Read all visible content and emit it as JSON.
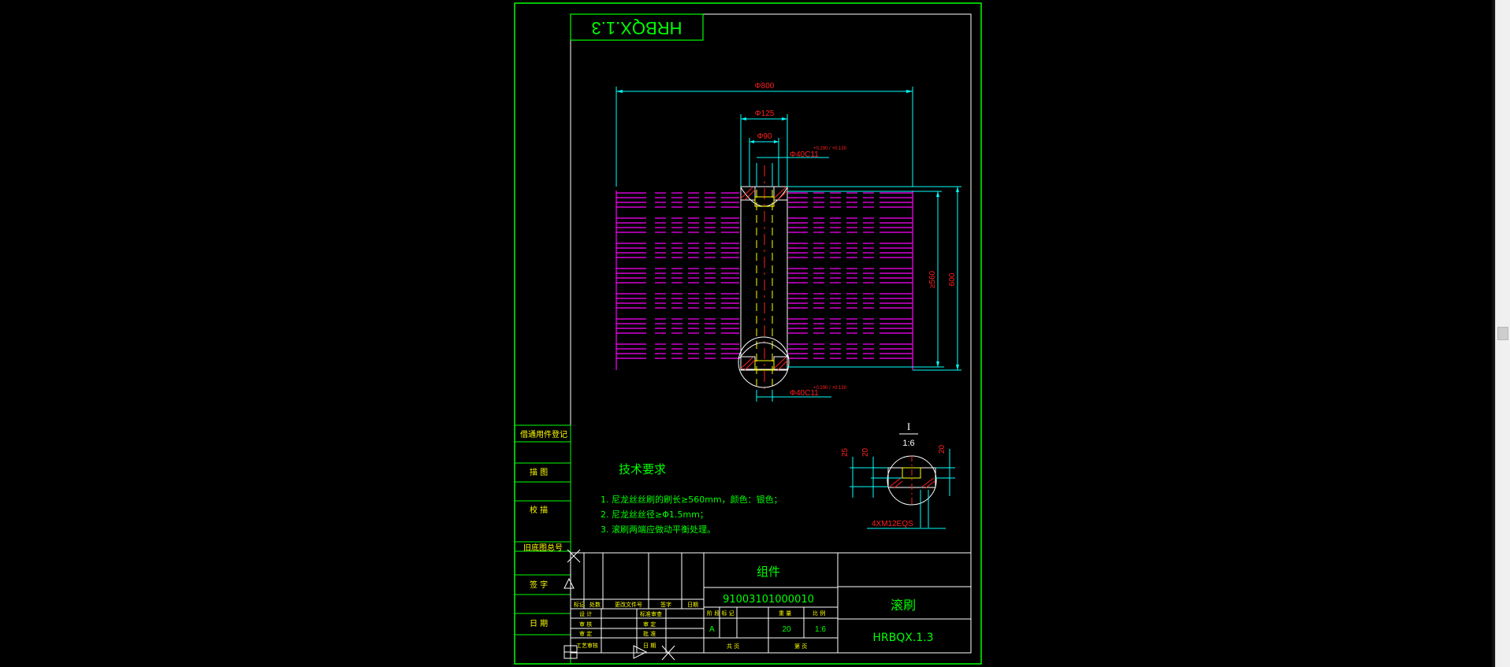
{
  "colors": {
    "background": "#000000",
    "frame": "#00ff00",
    "dimension": "#00ffff",
    "dimension_text": "#ff2020",
    "hatch": "#ffff00",
    "fill_lines": "#ff00ff",
    "text": "#00ff00",
    "yellow_text": "#ffff00"
  },
  "drawing": {
    "upside_number": "HRBQX.1.3",
    "dims": {
      "overall_width": "Φ800",
      "d125": "Φ125",
      "d90": "Φ90",
      "bore_top": "Φ40C11",
      "bore_top_tol": "+0.290 / +0.130",
      "bore_bottom": "Φ40C11",
      "bore_bottom_tol": "+0.290 / +0.130",
      "height_inner": "≥560",
      "height_outer": "600"
    },
    "detail": {
      "label": "I",
      "scale": "1:6",
      "dim_a": "25",
      "dim_b": "20",
      "dim_c": "20",
      "screw": "4XM12EQS"
    },
    "tech_req": {
      "title": "技术要求",
      "items": [
        "1. 尼龙丝丝刷的刷长≥560mm，颜色：银色；",
        "2. 尼龙丝丝径≥Φ1.5mm；",
        "3. 滚刷两端应做动平衡处理。"
      ]
    }
  },
  "side_table": {
    "rows": [
      "借通用件登记",
      "描 图",
      "校 描",
      "旧底图总号",
      "签 字",
      "日 期"
    ]
  },
  "title_block": {
    "type_label": "组件",
    "code": "91003101000010",
    "name": "滚刷",
    "drawing_number": "HRBQX.1.3",
    "rev_headers": [
      "标记",
      "处数",
      "更改文件号",
      "签字",
      "日期"
    ],
    "staff_labels": [
      "设 计",
      "审 核",
      "审 定",
      "工艺审核"
    ],
    "staff_labels_right": [
      "标准审查",
      "审 定",
      "批 准",
      "日 期"
    ],
    "stage_headers": [
      "阶 段 标 记",
      "重 量",
      "比 例"
    ],
    "stage": "A",
    "weight": "20",
    "scale": "1:6",
    "sheet_total": "共 页",
    "sheet_no": "第 页"
  }
}
